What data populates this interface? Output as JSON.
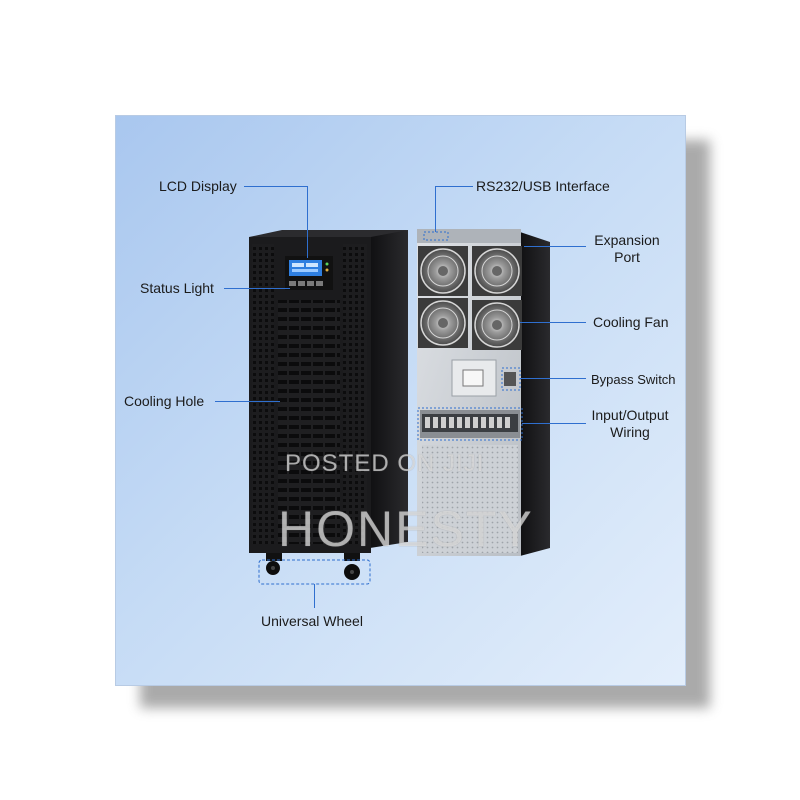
{
  "labels": {
    "lcd_display": "LCD Display",
    "status_light": "Status Light",
    "cooling_hole": "Cooling Hole",
    "universal_wheel": "Universal Wheel",
    "rs232_usb": "RS232/USB Interface",
    "expansion_port_line1": "Expansion",
    "expansion_port_line2": "Port",
    "cooling_fan": "Cooling Fan",
    "bypass_switch": "Bypass Switch",
    "io_wiring_line1": "Input/Output",
    "io_wiring_line2": "Wiring"
  },
  "watermark": {
    "line1": "POSTED ON JIJI",
    "line2": "HONESTY"
  },
  "colors": {
    "leader_line": "#2f6fcf",
    "cabinet": "#1c1c1e",
    "rear_panel": "#cfd3d8"
  }
}
